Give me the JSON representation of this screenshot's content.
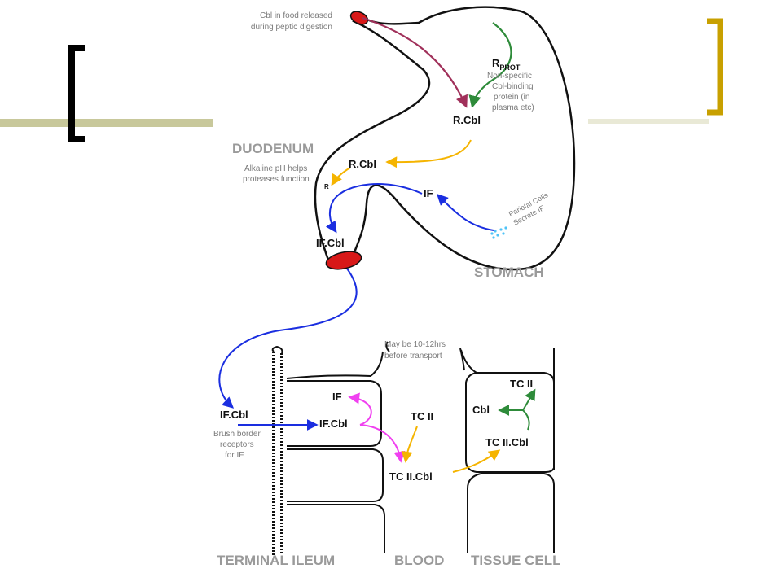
{
  "colors": {
    "olive_bar": "#c8c89b",
    "gold_bracket": "#c8a000",
    "black_bracket": "#000000",
    "outline": "#111111",
    "purple_arrow": "#a0305a",
    "green_arrow": "#2e8b3a",
    "yellow_arrow": "#f5b400",
    "blue_arrow": "#1a2ee0",
    "magenta_arrow": "#f040f0",
    "sphincter_red": "#d81818",
    "parietal_cyan": "#4fc3f7",
    "region_gray": "#9a9a9a",
    "note_gray": "#7a7a7a"
  },
  "stomach": {
    "food_note_line1": "Cbl in food released",
    "food_note_line2": "during peptic digestion",
    "rprot_label": "R",
    "rprot_sub": "PROT",
    "rprot_note_line1": "Non-specific",
    "rprot_note_line2": "Cbl-binding",
    "rprot_note_line3": "protein (in",
    "rprot_note_line4": "plasma etc)",
    "rcbl_label": "R.Cbl",
    "if_label": "IF",
    "parietal_line1": "Parietal Cells",
    "parietal_line2": "Secrete IF",
    "region_label": "STOMACH"
  },
  "duodenum": {
    "region_label": "DUODENUM",
    "note_line1": "Alkaline pH helps",
    "note_line2": "proteases function.",
    "rcbl_label": "R.Cbl",
    "r_label": "R",
    "ifcbl_label": "IF.Cbl"
  },
  "ileum": {
    "ifcbl_outside_label": "IF.Cbl",
    "receptor_note_line1": "Brush border",
    "receptor_note_line2": "receptors",
    "receptor_note_line3": "for IF.",
    "if_label": "IF",
    "ifcbl_inside_label": "IF.Cbl",
    "tc2_label": "TC II",
    "tc2cbl_label": "TC II.Cbl",
    "transport_note_line1": "May be 10-12hrs",
    "transport_note_line2": "before transport"
  },
  "tissue": {
    "tc2_label": "TC II",
    "cbl_label": "Cbl",
    "tc2cbl_label": "TC II.Cbl"
  },
  "bottom_labels": {
    "terminal_ileum": "TERMINAL ILEUM",
    "blood": "BLOOD",
    "tissue_cell": "TISSUE CELL"
  }
}
